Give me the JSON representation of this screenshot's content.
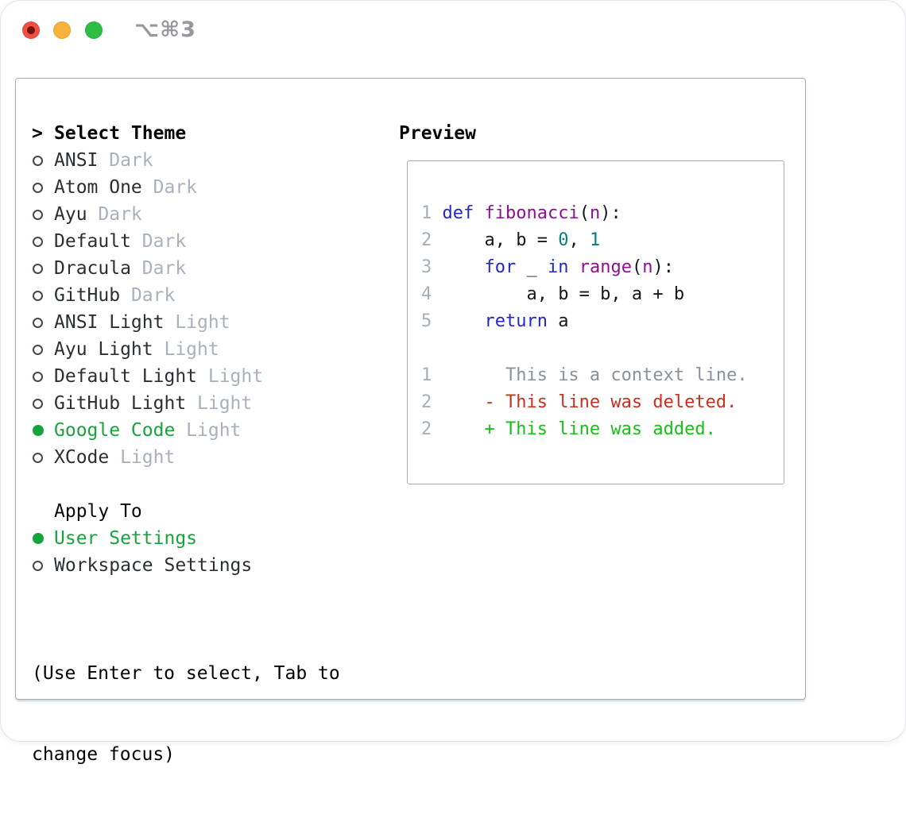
{
  "titlebar": {
    "shortcut": "⌥⌘3"
  },
  "colors": {
    "accent_green": "#16a53d",
    "added_green": "#14c114",
    "deleted_red": "#ca2f1d",
    "context_gray": "#8a9198",
    "keyword_blue": "#2227c8",
    "function_purple": "#8f0e96",
    "literal_teal": "#087e7e",
    "code_text": "#15171a",
    "line_number_gray": "#a4afba",
    "dim_gray": "#a8b1bc",
    "name_text": "#2b2f33"
  },
  "theme_list": {
    "prompt_symbol": ">",
    "title": "Select Theme",
    "items": [
      {
        "name": "ANSI",
        "variant": "Dark",
        "selected": false
      },
      {
        "name": "Atom One",
        "variant": "Dark",
        "selected": false
      },
      {
        "name": "Ayu",
        "variant": "Dark",
        "selected": false
      },
      {
        "name": "Default",
        "variant": "Dark",
        "selected": false
      },
      {
        "name": "Dracula",
        "variant": "Dark",
        "selected": false
      },
      {
        "name": "GitHub",
        "variant": "Dark",
        "selected": false
      },
      {
        "name": "ANSI Light",
        "variant": "Light",
        "selected": false
      },
      {
        "name": "Ayu Light",
        "variant": "Light",
        "selected": false
      },
      {
        "name": "Default Light",
        "variant": "Light",
        "selected": false
      },
      {
        "name": "GitHub Light",
        "variant": "Light",
        "selected": false
      },
      {
        "name": "Google Code",
        "variant": "Light",
        "selected": true
      },
      {
        "name": "XCode",
        "variant": "Light",
        "selected": false
      }
    ]
  },
  "apply_to": {
    "title": "Apply To",
    "items": [
      {
        "name": "User Settings",
        "selected": true
      },
      {
        "name": "Workspace Settings",
        "selected": false
      }
    ]
  },
  "help": {
    "lines": [
      "(Use Enter to select, Tab to",
      "change focus)"
    ]
  },
  "preview": {
    "title": "Preview",
    "code_lines": [
      {
        "num": "1",
        "segs": [
          [
            " ",
            "txt"
          ],
          [
            "def",
            "kw"
          ],
          [
            " ",
            "txt"
          ],
          [
            "fibonacci",
            "fn"
          ],
          [
            "(",
            "txt"
          ],
          [
            "n",
            "fn"
          ],
          [
            "):",
            "txt"
          ]
        ]
      },
      {
        "num": "2",
        "segs": [
          [
            "     a, b = ",
            "txt"
          ],
          [
            "0",
            "lit"
          ],
          [
            ", ",
            "txt"
          ],
          [
            "1",
            "lit"
          ]
        ]
      },
      {
        "num": "3",
        "segs": [
          [
            "     ",
            "txt"
          ],
          [
            "for",
            "kw"
          ],
          [
            " _ ",
            "txt"
          ],
          [
            "in",
            "kw"
          ],
          [
            " ",
            "txt"
          ],
          [
            "range",
            "fn"
          ],
          [
            "(",
            "txt"
          ],
          [
            "n",
            "fn"
          ],
          [
            "):",
            "txt"
          ]
        ]
      },
      {
        "num": "4",
        "segs": [
          [
            "         a, b = b, a + b",
            "txt"
          ]
        ]
      },
      {
        "num": "5",
        "segs": [
          [
            "     ",
            "txt"
          ],
          [
            "return",
            "kw"
          ],
          [
            " a",
            "txt"
          ]
        ]
      },
      {
        "num": "",
        "segs": []
      },
      {
        "num": "1",
        "segs": [
          [
            "       This is a context line.",
            "ctx"
          ]
        ]
      },
      {
        "num": "2",
        "segs": [
          [
            "     - This line was deleted.",
            "del"
          ]
        ]
      },
      {
        "num": "2",
        "segs": [
          [
            "     + This line was added.",
            "add"
          ]
        ]
      }
    ]
  }
}
